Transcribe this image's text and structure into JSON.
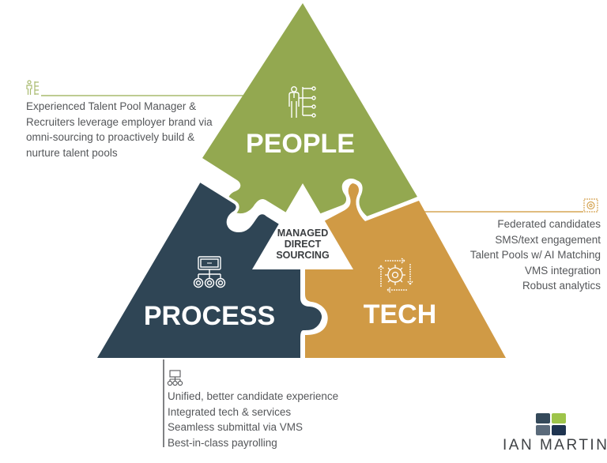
{
  "colors": {
    "people": "#93a850",
    "process": "#2f4555",
    "tech": "#d09a45",
    "center": "#ffffff",
    "text": "#55575a",
    "people_line": "#a9bb6f",
    "tech_line": "#d5a555",
    "process_line": "#55575a",
    "logo_top_left": "#34495a",
    "logo_top_right": "#9ec44a",
    "logo_bottom_left": "#5a6a7a",
    "logo_bottom_right": "#1f3450"
  },
  "center": {
    "line1": "MANAGED",
    "line2": "DIRECT",
    "line3": "SOURCING"
  },
  "segments": {
    "people": {
      "label": "PEOPLE",
      "icon": "person-network-icon"
    },
    "process": {
      "label": "PROCESS",
      "icon": "org-chart-icon"
    },
    "tech": {
      "label": "TECH",
      "icon": "gear-cycle-icon"
    }
  },
  "descriptions": {
    "people": [
      "Experienced Talent Pool Manager &",
      "Recruiters leverage employer brand via",
      "omni-sourcing to proactively build &",
      "nurture talent pools"
    ],
    "tech": [
      "Federated candidates",
      "SMS/text engagement",
      "Talent Pools w/ AI Matching",
      "VMS integration",
      "Robust analytics"
    ],
    "process": [
      "Unified, better candidate experience",
      "Integrated tech & services",
      "Seamless submittal via VMS",
      "Best-in-class payrolling"
    ]
  },
  "logo": {
    "text": "IAN MARTIN"
  }
}
